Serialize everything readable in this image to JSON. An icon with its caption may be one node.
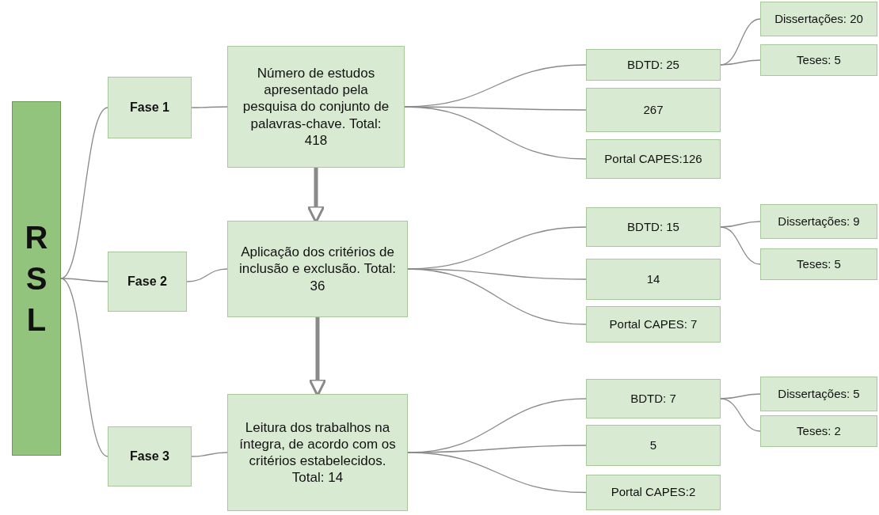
{
  "diagram": {
    "nodes": [
      {
        "text": [
          "R S L"
        ]
      },
      {
        "text": [
          "Fase 1"
        ]
      },
      {
        "text": [
          "Fase 2"
        ]
      },
      {
        "text": [
          "Fase 3"
        ]
      },
      {
        "text": [
          "Número de estudos apresentado pela pesquisa do conjunto de palavras-chave. Total: 418"
        ]
      },
      {
        "text": [
          "Aplicação dos critérios de inclusão e exclusão. Total: 36"
        ]
      },
      {
        "text": [
          "Leitura dos trabalhos na íntegra, de acordo com os critérios estabelecidos. Total: 14"
        ]
      },
      {
        "text": [
          "BDTD: 25"
        ]
      },
      {
        "text": [
          "267"
        ]
      },
      {
        "text": [
          "Portal CAPES:126"
        ]
      },
      {
        "text": [
          "Dissertações: 20"
        ]
      },
      {
        "text": [
          "Teses: 5"
        ]
      },
      {
        "text": [
          "BDTD: 15"
        ]
      },
      {
        "text": [
          "14"
        ]
      },
      {
        "text": [
          "Portal CAPES: 7"
        ]
      },
      {
        "text": [
          "Dissertações: 9"
        ]
      },
      {
        "text": [
          "Teses: 5"
        ]
      },
      {
        "text": [
          "BDTD: 7"
        ]
      },
      {
        "text": [
          "5"
        ]
      },
      {
        "text": [
          "Portal CAPES:2"
        ]
      },
      {
        "text": [
          "Dissertações: 5"
        ]
      },
      {
        "text": [
          "Teses: 2"
        ]
      }
    ],
    "edges": [
      {
        "from": 0,
        "to": 1,
        "arrow": "none"
      },
      {
        "from": 0,
        "to": 2,
        "arrow": "none"
      },
      {
        "from": 0,
        "to": 3,
        "arrow": "none"
      },
      {
        "from": 1,
        "to": 4,
        "arrow": "none"
      },
      {
        "from": 2,
        "to": 5,
        "arrow": "none"
      },
      {
        "from": 3,
        "to": 6,
        "arrow": "none"
      },
      {
        "from": 4,
        "to": 5,
        "arrow": "to",
        "style": "thick"
      },
      {
        "from": 5,
        "to": 6,
        "arrow": "to",
        "style": "thick"
      },
      {
        "from": 4,
        "to": 7,
        "arrow": "none"
      },
      {
        "from": 4,
        "to": 8,
        "arrow": "none"
      },
      {
        "from": 4,
        "to": 9,
        "arrow": "none"
      },
      {
        "from": 7,
        "to": 10,
        "arrow": "none"
      },
      {
        "from": 7,
        "to": 11,
        "arrow": "none"
      },
      {
        "from": 5,
        "to": 12,
        "arrow": "none"
      },
      {
        "from": 5,
        "to": 13,
        "arrow": "none"
      },
      {
        "from": 5,
        "to": 14,
        "arrow": "none"
      },
      {
        "from": 12,
        "to": 15,
        "arrow": "none"
      },
      {
        "from": 12,
        "to": 16,
        "arrow": "none"
      },
      {
        "from": 6,
        "to": 17,
        "arrow": "none"
      },
      {
        "from": 6,
        "to": 18,
        "arrow": "none"
      },
      {
        "from": 6,
        "to": 19,
        "arrow": "none"
      },
      {
        "from": 17,
        "to": 20,
        "arrow": "none"
      },
      {
        "from": 17,
        "to": 21,
        "arrow": "none"
      }
    ]
  }
}
